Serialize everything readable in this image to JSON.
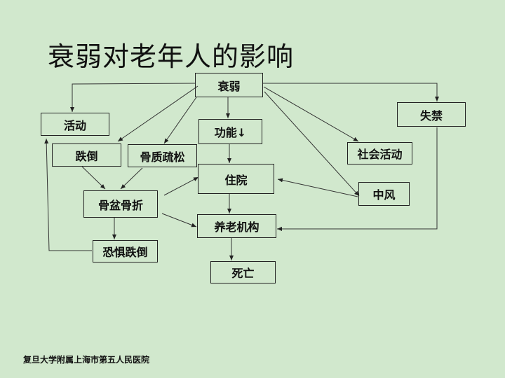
{
  "title": "衰弱对老年人的影响",
  "nodes": {
    "frailty": "衰弱",
    "activity": "活动",
    "function": "功能↓",
    "fall": "跌倒",
    "osteoporosis": "骨质疏松",
    "hospital": "住院",
    "social": "社会活动",
    "incontinence": "失禁",
    "stroke": "中风",
    "pelvic": "骨盆骨折",
    "nursing": "养老机构",
    "fear": "恐惧跌倒",
    "death": "死亡"
  },
  "footer": "复旦大学附属上海市第五人民医院"
}
